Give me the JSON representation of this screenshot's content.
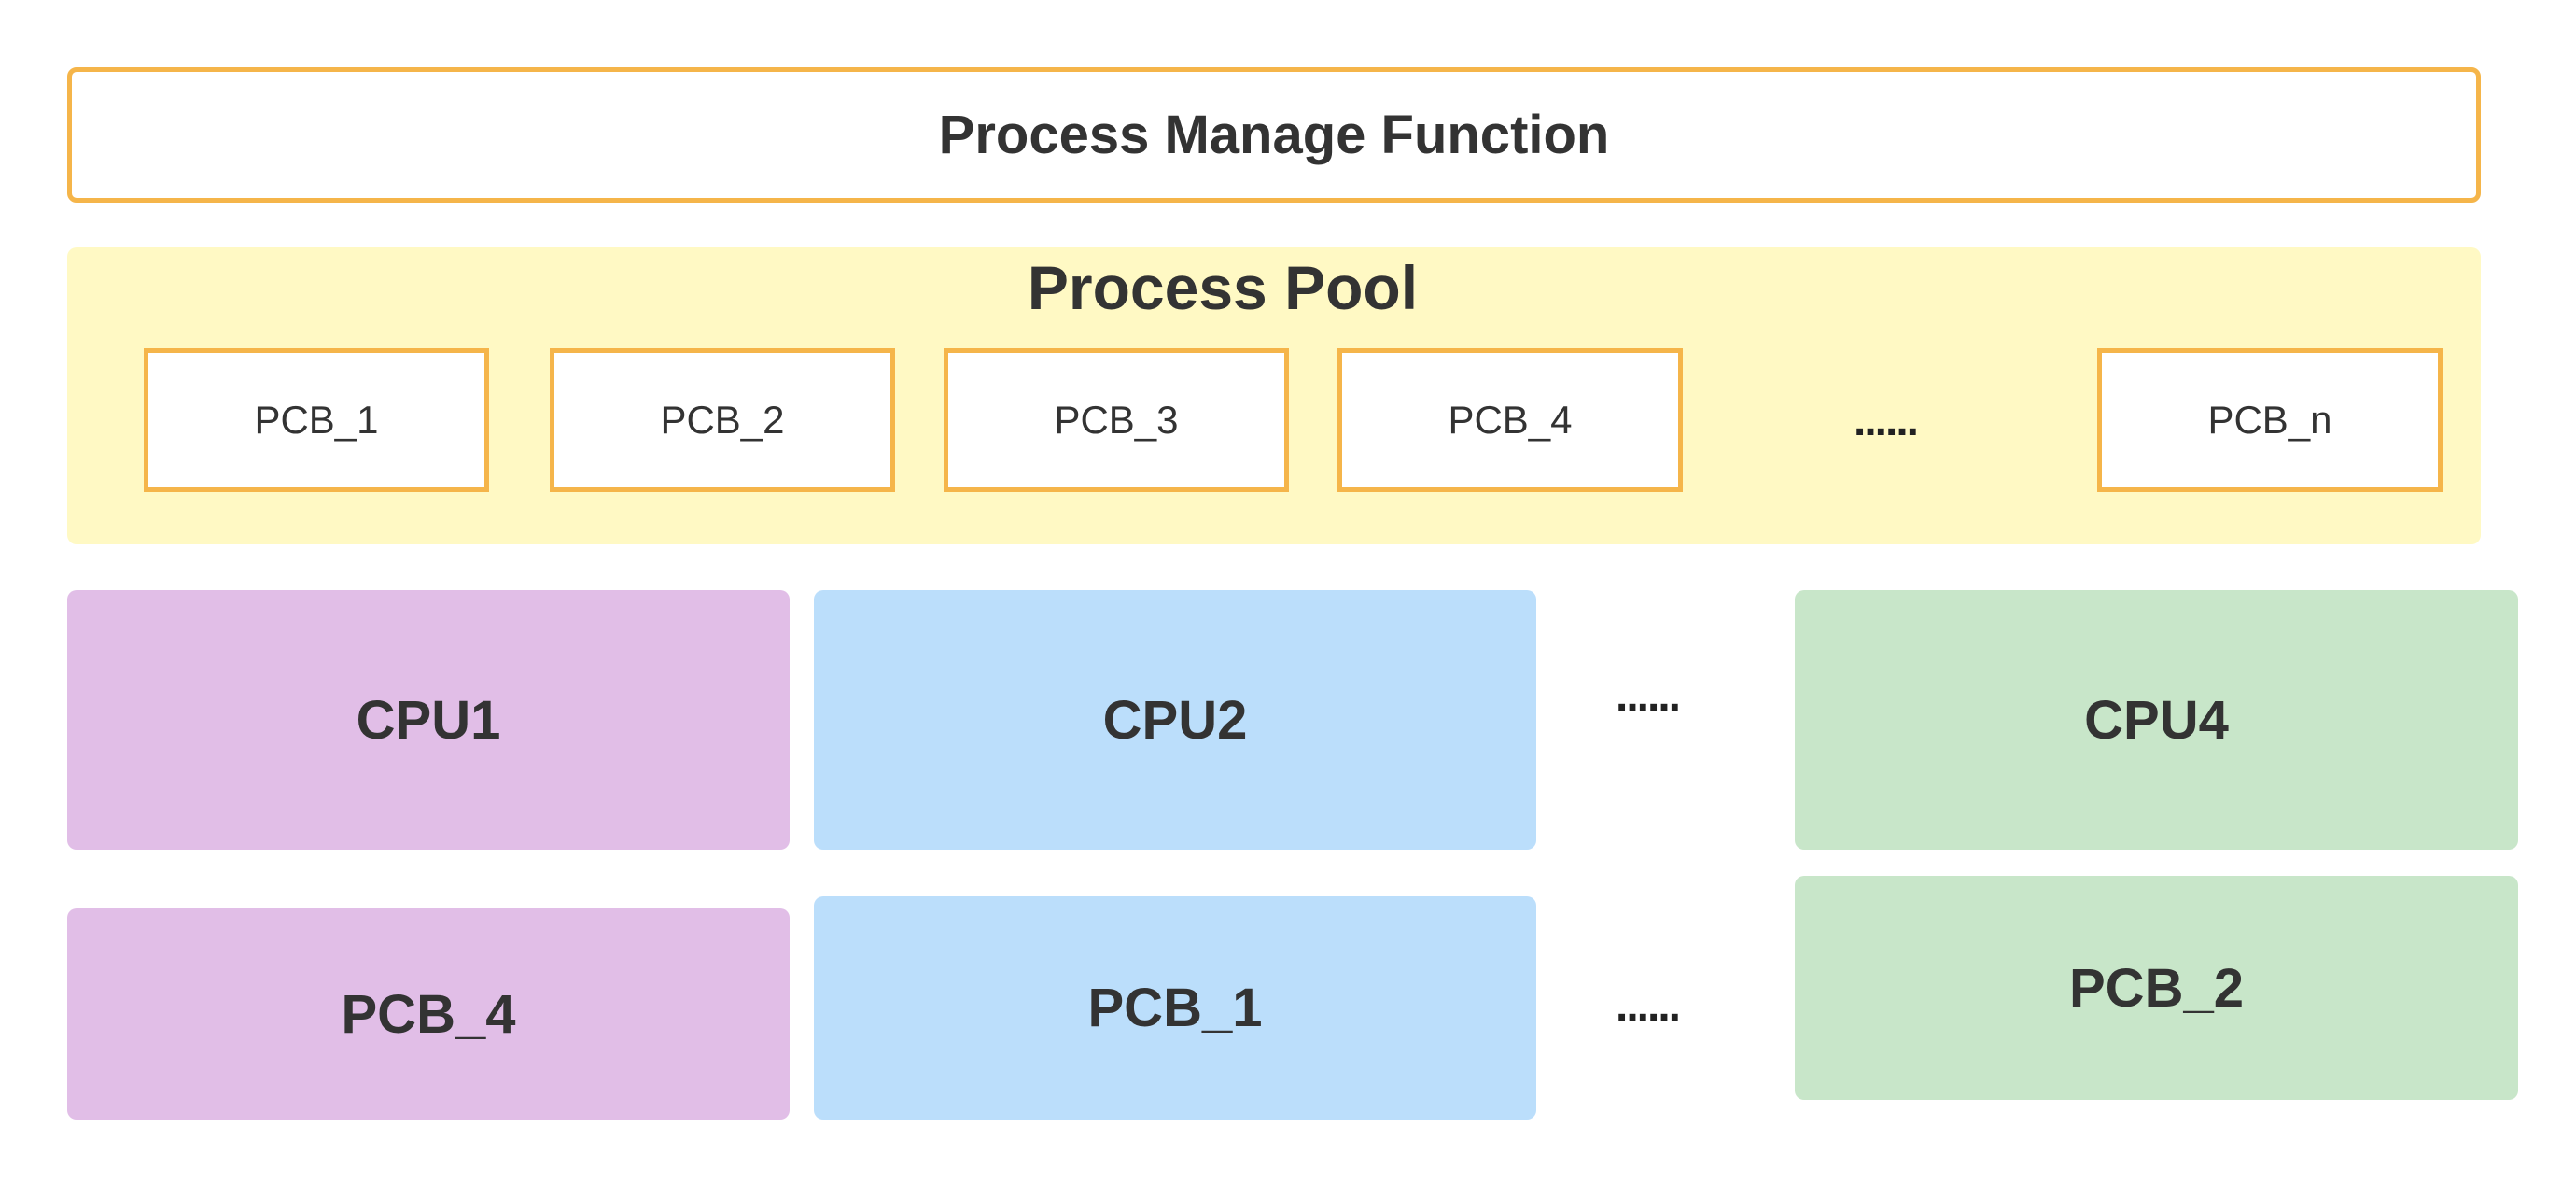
{
  "function_box": {
    "title": "Process Manage Function"
  },
  "process_pool": {
    "title": "Process Pool",
    "slots": [
      "PCB_1",
      "PCB_2",
      "PCB_3",
      "PCB_4",
      "PCB_n"
    ],
    "ellipsis": "......"
  },
  "cpus": [
    {
      "name": "CPU1",
      "running": "PCB_4",
      "color": "#e1bee7"
    },
    {
      "name": "CPU2",
      "running": "PCB_1",
      "color": "#bbdefb"
    },
    {
      "name": "CPU4",
      "running": "PCB_2",
      "color": "#c8e6c9"
    }
  ],
  "cpu_ellipsis": [
    "......",
    "......"
  ],
  "colors": {
    "border_orange": "#f5b54a",
    "pool_background": "#fff9c4",
    "text": "#333333"
  }
}
